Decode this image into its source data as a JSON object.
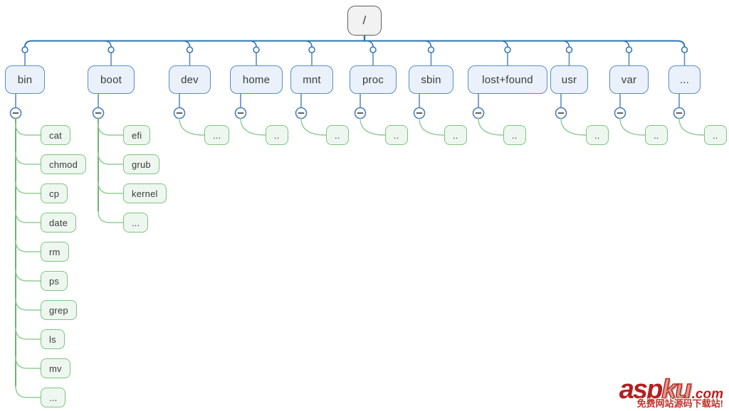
{
  "tree": {
    "root": {
      "label": "/"
    },
    "nodes": [
      {
        "label": "bin",
        "children": [
          "cat",
          "chmod",
          "cp",
          "date",
          "rm",
          "ps",
          "grep",
          "ls",
          "mv",
          "..."
        ]
      },
      {
        "label": "boot",
        "children": [
          "efi",
          "grub",
          "kernel",
          "..."
        ]
      },
      {
        "label": "dev",
        "children": [
          "..."
        ]
      },
      {
        "label": "home",
        "children": [
          ".."
        ]
      },
      {
        "label": "mnt",
        "children": [
          ".."
        ]
      },
      {
        "label": "proc",
        "children": [
          ".."
        ]
      },
      {
        "label": "sbin",
        "children": [
          ".."
        ]
      },
      {
        "label": "lost+found",
        "children": [
          ".."
        ]
      },
      {
        "label": "usr",
        "children": [
          ".."
        ]
      },
      {
        "label": "var",
        "children": [
          ".."
        ]
      },
      {
        "label": "...",
        "children": [
          ".."
        ]
      }
    ],
    "collapse_icon": "minus"
  },
  "watermark": {
    "brand_primary": "asp",
    "brand_secondary": "ku",
    "brand_suffix": ".com",
    "tagline": "免费网站源码下载站!"
  },
  "colors": {
    "connector_blue": "#2e75b6",
    "node_border_blue": "#5b8bc9",
    "node_fill_blue": "#eaf1fa",
    "trunk_green": "#6cb56f",
    "branch_green": "#94ce96",
    "node_border_green": "#7cc47f",
    "node_fill_green": "#eef7ef",
    "root_fill": "#f2f2f2",
    "root_border": "#5e5e5e",
    "text": "#3c3c3c",
    "watermark_red": "#b41f1f"
  }
}
